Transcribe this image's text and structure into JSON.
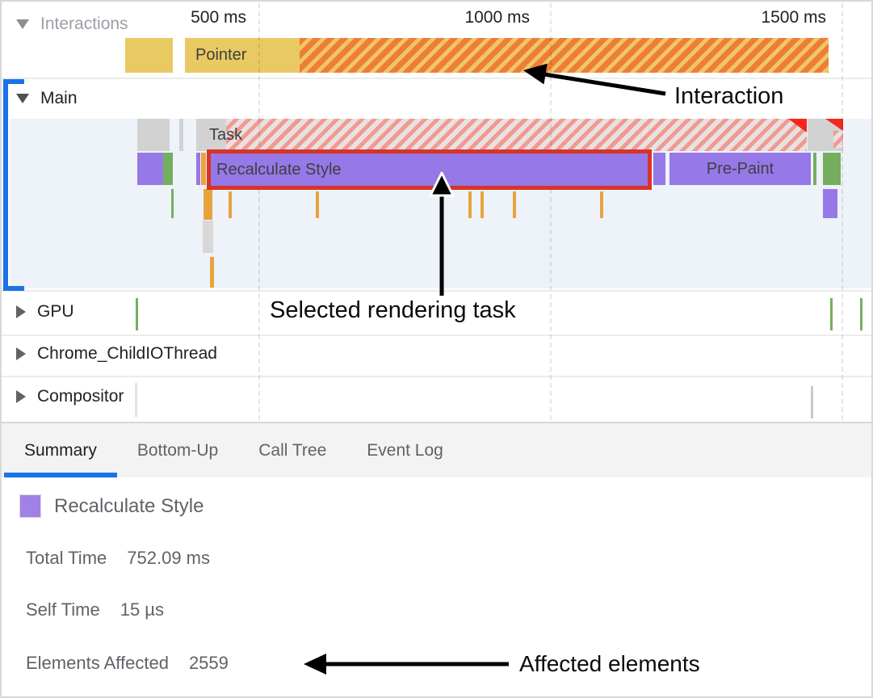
{
  "ruler": {
    "ticks": [
      "500 ms",
      "1000 ms",
      "1500 ms"
    ]
  },
  "tracks": {
    "interactions": {
      "label": "Interactions",
      "pointer_label": "Pointer"
    },
    "main": {
      "label": "Main",
      "task_label": "Task",
      "selected_event_label": "Recalculate Style",
      "prepaint_label": "Pre-Paint"
    },
    "gpu": {
      "label": "GPU"
    },
    "childio": {
      "label": "Chrome_ChildIOThread"
    },
    "compositor": {
      "label": "Compositor"
    }
  },
  "annotations": {
    "interaction": "Interaction",
    "selected_task": "Selected rendering task",
    "affected_elements": "Affected elements"
  },
  "tabs": [
    {
      "label": "Summary",
      "selected": true
    },
    {
      "label": "Bottom-Up",
      "selected": false
    },
    {
      "label": "Call Tree",
      "selected": false
    },
    {
      "label": "Event Log",
      "selected": false
    }
  ],
  "summary": {
    "title": "Recalculate Style",
    "rows": [
      {
        "label": "Total Time",
        "value": "752.09 ms"
      },
      {
        "label": "Self Time",
        "value": "15 µs"
      },
      {
        "label": "Elements Affected",
        "value": "2559"
      }
    ]
  },
  "colors": {
    "accent_blue": "#1a73e8",
    "selection_red": "#da3327",
    "bar_purple": "#9678e6",
    "bar_green": "#76ae60",
    "bar_yellow": "#e9c961",
    "bar_gray": "#d2d2d2",
    "tick_orange": "#e8a33c",
    "main_background": "#eef3fa"
  }
}
